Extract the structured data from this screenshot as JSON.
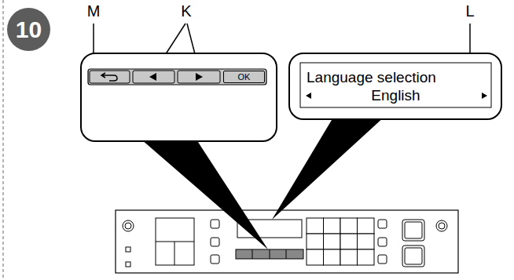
{
  "diagram": {
    "nodes": [
      {
        "text": [
          "10"
        ]
      },
      {
        "text": [
          "OK"
        ]
      },
      {
        "text": [
          "Language selection",
          "English"
        ]
      }
    ],
    "labels": [
      "M",
      "K",
      "L"
    ]
  }
}
